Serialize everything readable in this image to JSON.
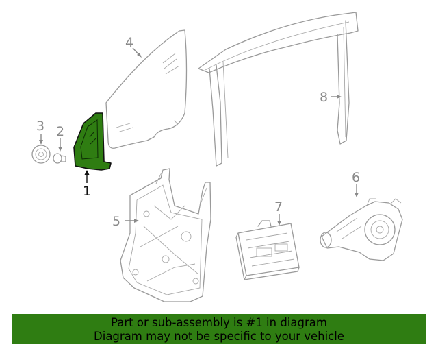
{
  "callouts": {
    "c1": "1",
    "c2": "2",
    "c3": "3",
    "c4": "4",
    "c5": "5",
    "c6": "6",
    "c7": "7",
    "c8": "8"
  },
  "highlight_color": "#2f7d12",
  "banner": {
    "line1": "Part or sub-assembly is #1 in diagram",
    "line2": "Diagram may not be specific to your vehicle"
  }
}
